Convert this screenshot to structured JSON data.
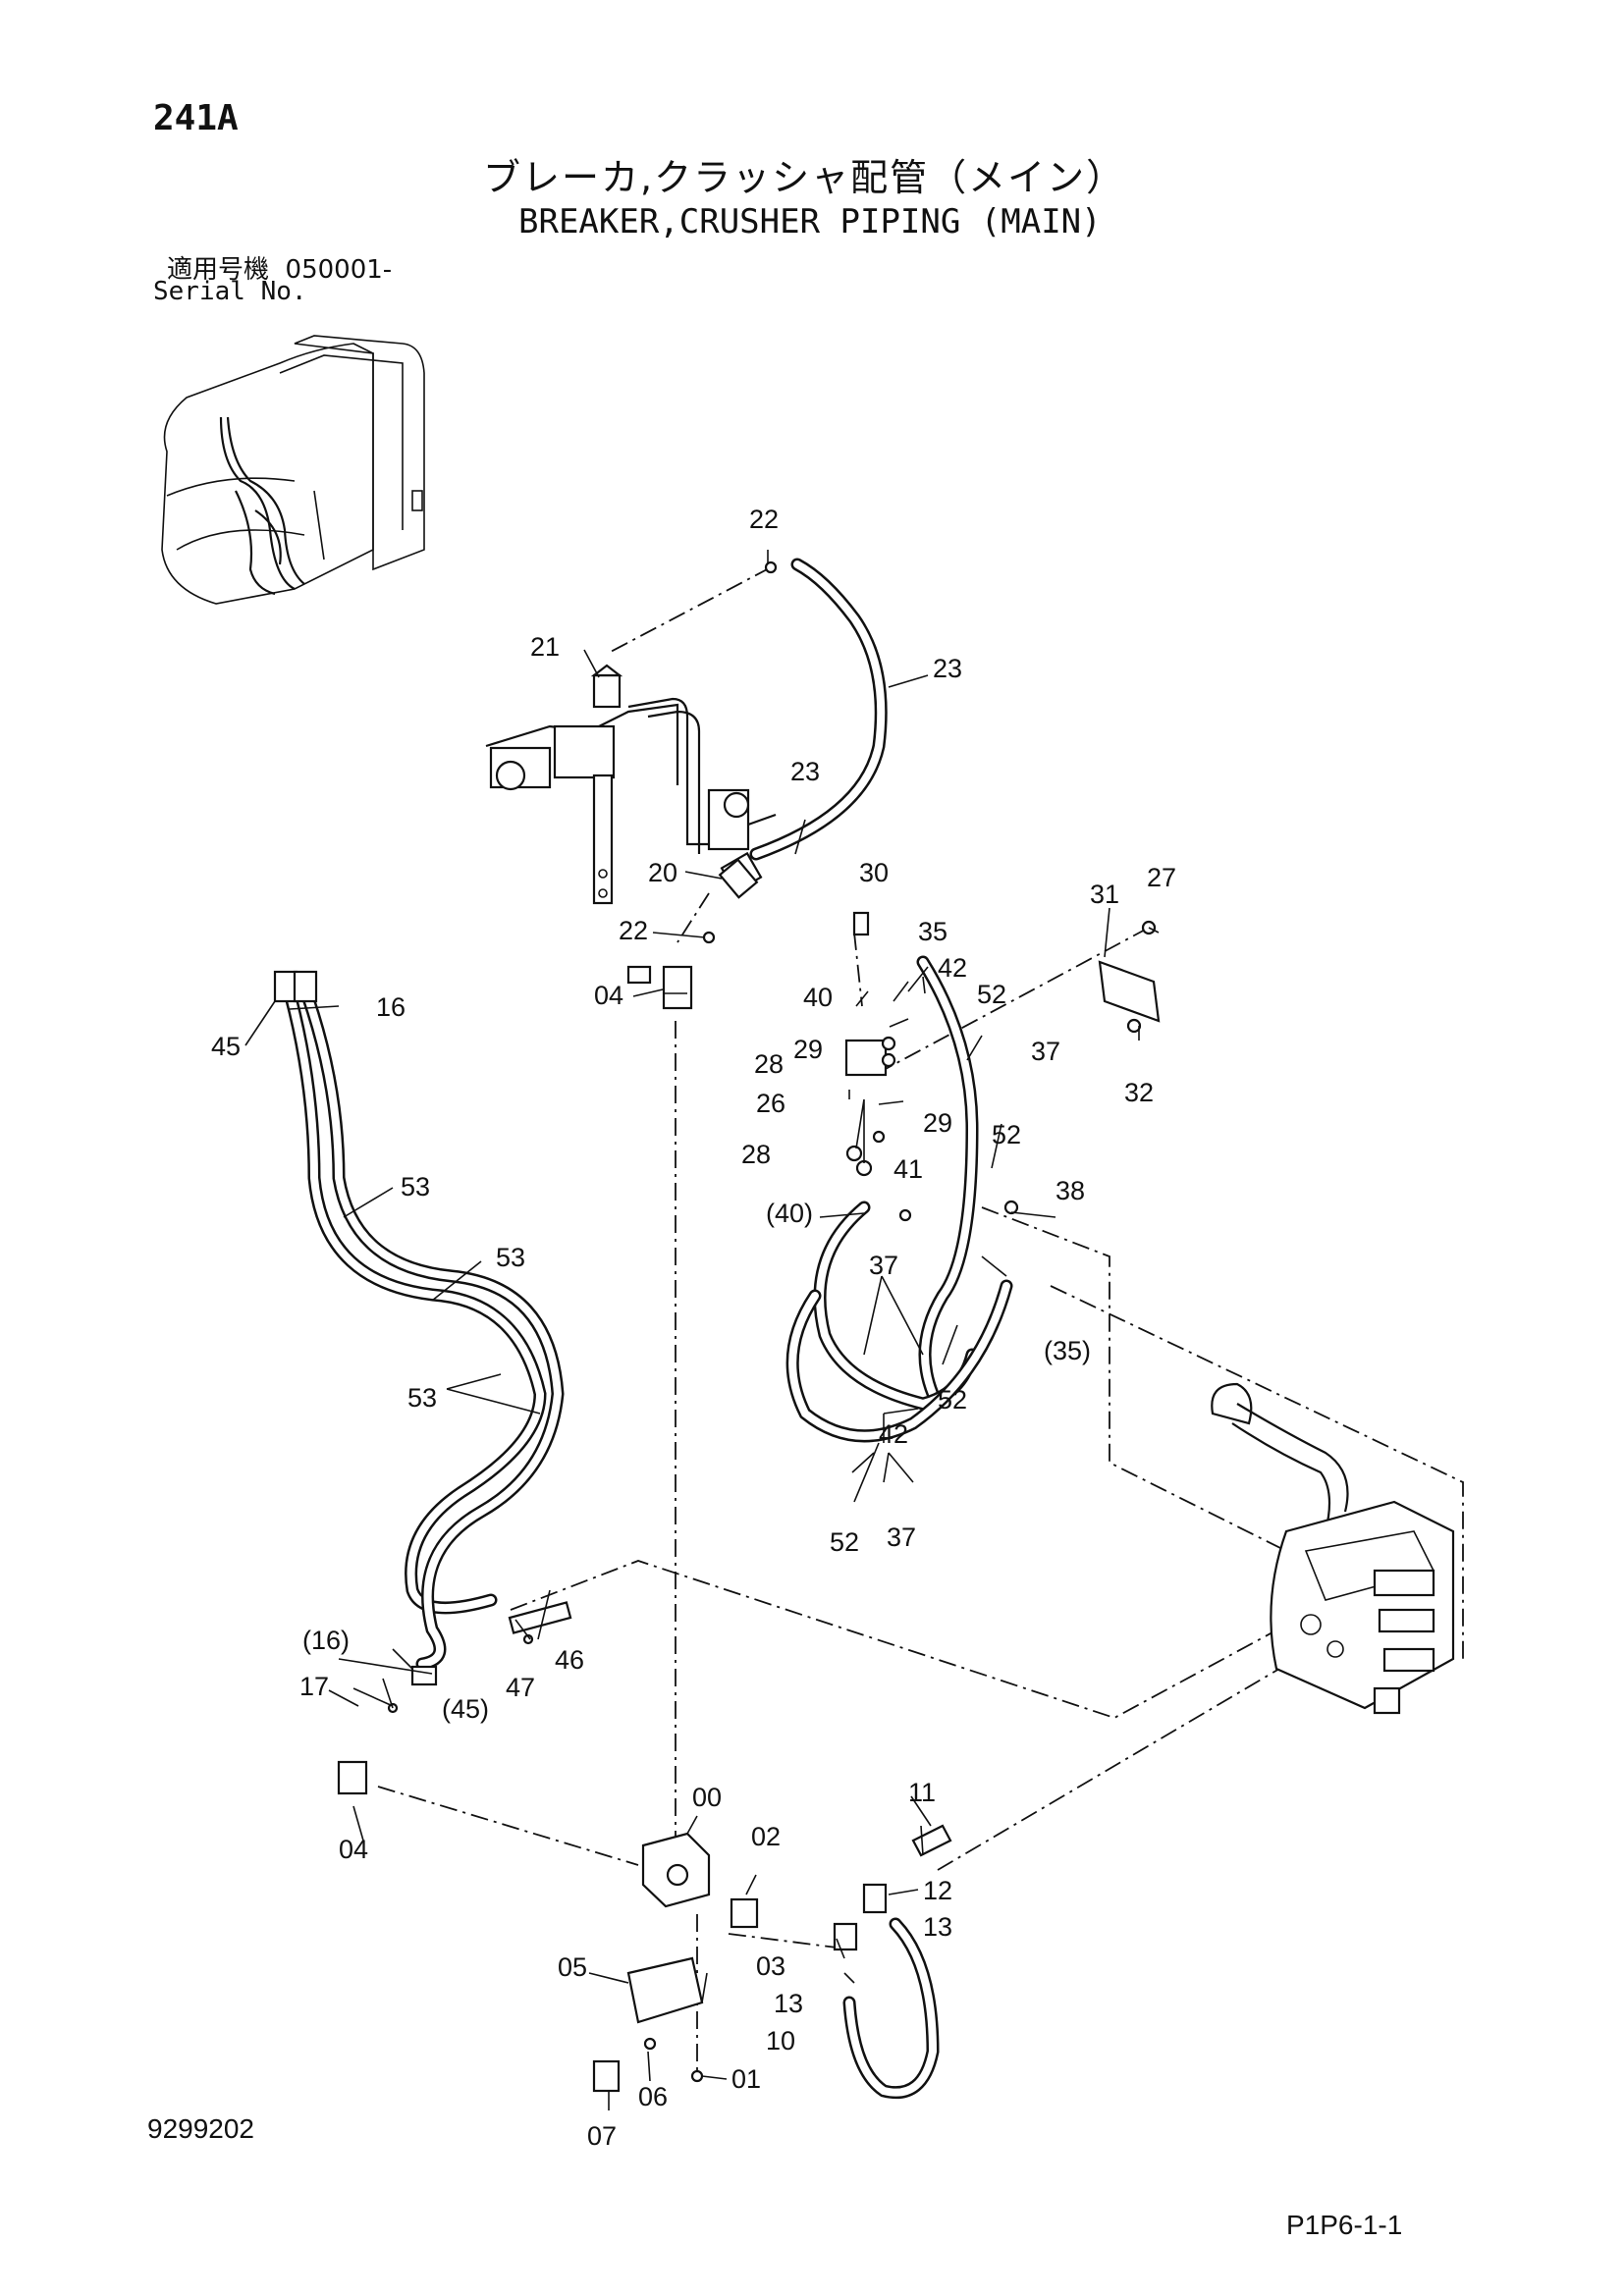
{
  "header": {
    "page_id": "241A",
    "title_jp": "ブレーカ,クラッシャ配管（メイン）",
    "title_en": "BREAKER,CRUSHER PIPING (MAIN)",
    "serial_label_jp": "適用号機",
    "serial_value": "050001-",
    "serial_label_en": "Serial No."
  },
  "footer": {
    "drawing_number": "9299202",
    "page_code": "P1P6-1-1"
  },
  "callouts": {
    "c00": "00",
    "c01": "01",
    "c02": "02",
    "c03": "03",
    "c04a": "04",
    "c04b": "04",
    "c05": "05",
    "c06": "06",
    "c07": "07",
    "c10": "10",
    "c11": "11",
    "c12": "12",
    "c13a": "13",
    "c13b": "13",
    "c16": "16",
    "c16p": "(16)",
    "c17": "17",
    "c20": "20",
    "c21": "21",
    "c22a": "22",
    "c22b": "22",
    "c23a": "23",
    "c23b": "23",
    "c26": "26",
    "c27": "27",
    "c28a": "28",
    "c28b": "28",
    "c29a": "29",
    "c29b": "29",
    "c30": "30",
    "c31": "31",
    "c32": "32",
    "c35": "35",
    "c35p": "(35)",
    "c37a": "37",
    "c37b": "37",
    "c37c": "37",
    "c38": "38",
    "c40": "40",
    "c40p": "(40)",
    "c41": "41",
    "c42a": "42",
    "c42b": "42",
    "c45": "45",
    "c45p": "(45)",
    "c46": "46",
    "c47": "47",
    "c52a": "52",
    "c52b": "52",
    "c52c": "52",
    "c52d": "52",
    "c53a": "53",
    "c53b": "53",
    "c53c": "53"
  },
  "icons": {
    "machine_overview": "excavator-cab-overview-icon",
    "control_valve": "control-valve-icon"
  }
}
